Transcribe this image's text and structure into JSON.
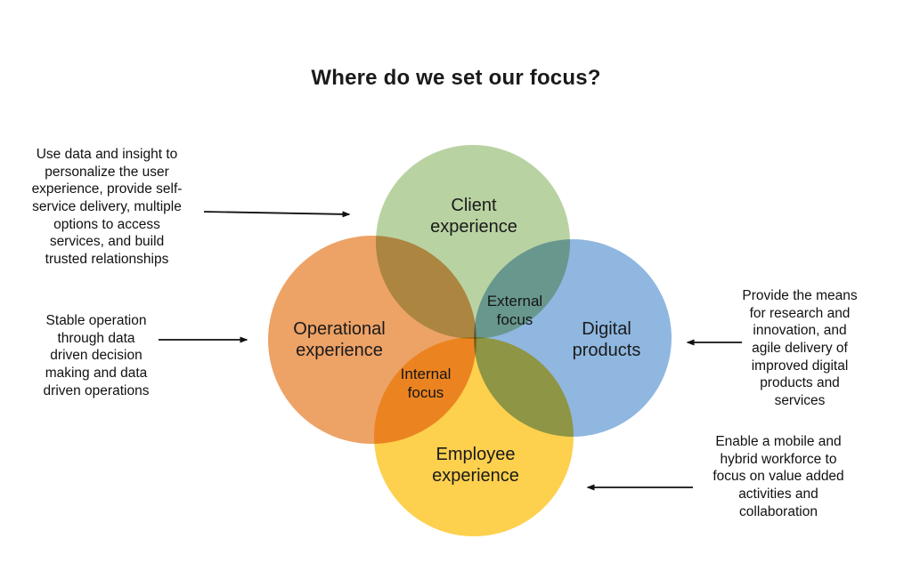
{
  "title": "Where do we set our focus?",
  "colors": {
    "client_green": "#b9d2a2",
    "operational_orange": "#eda266",
    "digital_blue": "#8fb7e0",
    "employee_yellow": "#fdd04e",
    "text": "#1a1a1a",
    "arrow": "#111111"
  },
  "venn": {
    "circles": [
      {
        "id": "client",
        "label": "Client\nexperience"
      },
      {
        "id": "operational",
        "label": "Operational\nexperience"
      },
      {
        "id": "digital",
        "label": "Digital\nproducts"
      },
      {
        "id": "employee",
        "label": "Employee\nexperience"
      }
    ],
    "overlap_labels": {
      "external": "External\nfocus",
      "internal": "Internal\nfocus"
    }
  },
  "annotations": {
    "client": "Use data and insight to\npersonalize the user\nexperience, provide self-\nservice delivery, multiple\noptions to access\nservices, and build\ntrusted relationships",
    "operational": "Stable operation\nthrough data\ndriven decision\nmaking and data\ndriven operations",
    "digital": "Provide the means\nfor research and\ninnovation, and\nagile delivery of\nimproved digital\nproducts and\nservices",
    "employee": "Enable a mobile and\nhybrid workforce to\nfocus on value added\nactivities and\ncollaboration"
  }
}
